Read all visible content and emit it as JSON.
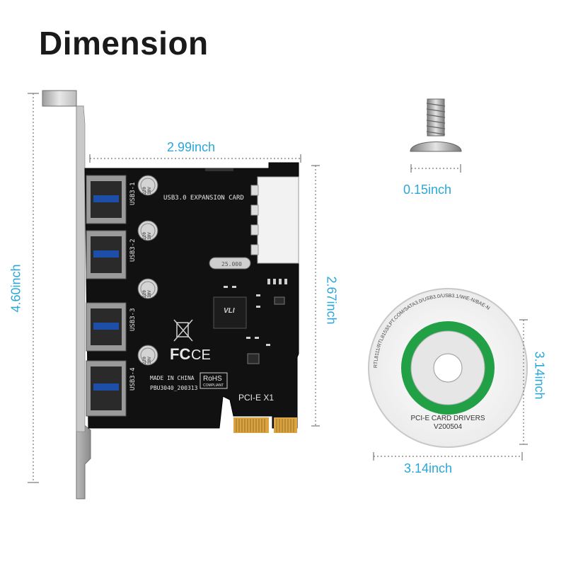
{
  "title": "Dimension",
  "dimensions": {
    "card_width": "2.99inch",
    "card_height": "2.67inch",
    "bracket_height": "4.60inch",
    "screw_length": "0.15inch",
    "cd_width": "3.14inch",
    "cd_height": "3.14inch"
  },
  "card": {
    "label": "USB3.0 EXPANSION CARD",
    "ports": [
      "USB3-1",
      "USB3-2",
      "USB3-3",
      "USB3-4"
    ],
    "made_in": "MADE IN CHINA",
    "model": "PBU3040_200313",
    "rohs": "RoHS",
    "rohs_sub": "COMPLIANT",
    "fc": "FC",
    "ce": "CE",
    "interface": "PCI-E X1",
    "crystal": "25.000",
    "cap_label_1": "220",
    "cap_label_2": "10V"
  },
  "cd": {
    "ring_text": "RTL8111/RTL8153/LPT.COM/SATA3.0/USB3.0/USB3.1/WIE-N/BAE-N",
    "line1": "PCI-E CARD DRIVERS",
    "line2": "V200504"
  },
  "colors": {
    "dimension": "#2aa7d8",
    "pcb": "#111111",
    "cd_ring": "#22a046"
  }
}
